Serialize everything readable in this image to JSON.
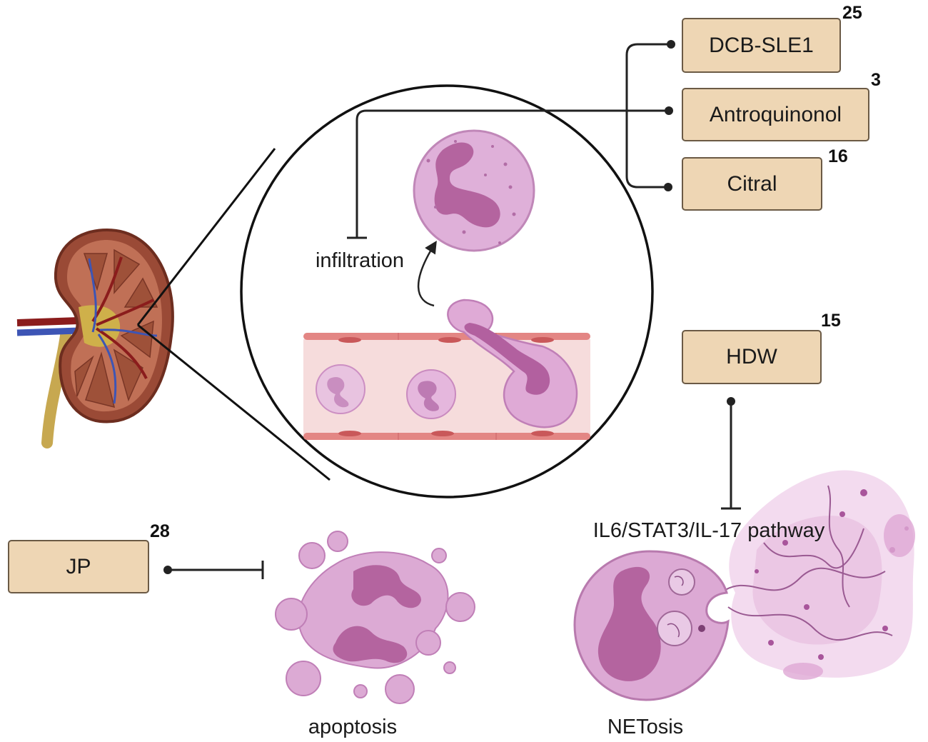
{
  "drugs": {
    "dcb": {
      "name": "DCB-SLE1",
      "ref": "25"
    },
    "antroquinonol": {
      "name": "Antroquinonol",
      "ref": "3"
    },
    "citral": {
      "name": "Citral",
      "ref": "16"
    },
    "hdw": {
      "name": "HDW",
      "ref": "15"
    },
    "jp": {
      "name": "JP",
      "ref": "28"
    }
  },
  "labels": {
    "infiltration": "infiltration",
    "pathway": "IL6/STAT3/IL-17 pathway",
    "apoptosis": "apoptosis",
    "netosis": "NETosis"
  },
  "icons": [
    "kidney-icon",
    "neutrophil-icon",
    "blood-vessel-icon",
    "apoptotic-cell-icon",
    "netosis-cell-icon"
  ],
  "colors": {
    "box_fill": "#eed6b4",
    "box_border": "#6b5a45",
    "cell_light": "#dfb0d9",
    "cell_nucleus": "#b4649f",
    "vessel": "#f6dcdc"
  }
}
